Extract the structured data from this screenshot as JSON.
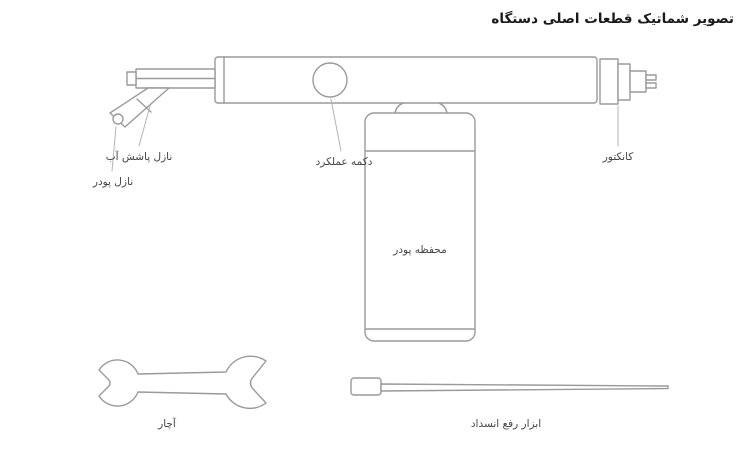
{
  "page": {
    "title": "تصویر شماتیک قطعات اصلی دستگاه"
  },
  "diagram": {
    "labels": {
      "water_spray_nozzle": "نازل پاشش آب",
      "powder_nozzle": "نازل پودر",
      "function_button": "دکمه عملکرد",
      "connector": "کانکتور",
      "powder_chamber": "محفظه پودر",
      "wrench": "آچار",
      "unclogging_tool": "ابزار رفع انسداد"
    },
    "colors": {
      "line": "#9a9a9a",
      "leader": "#b3b3b3",
      "label_text": "#444444",
      "title_text": "#1a1a1a"
    }
  }
}
